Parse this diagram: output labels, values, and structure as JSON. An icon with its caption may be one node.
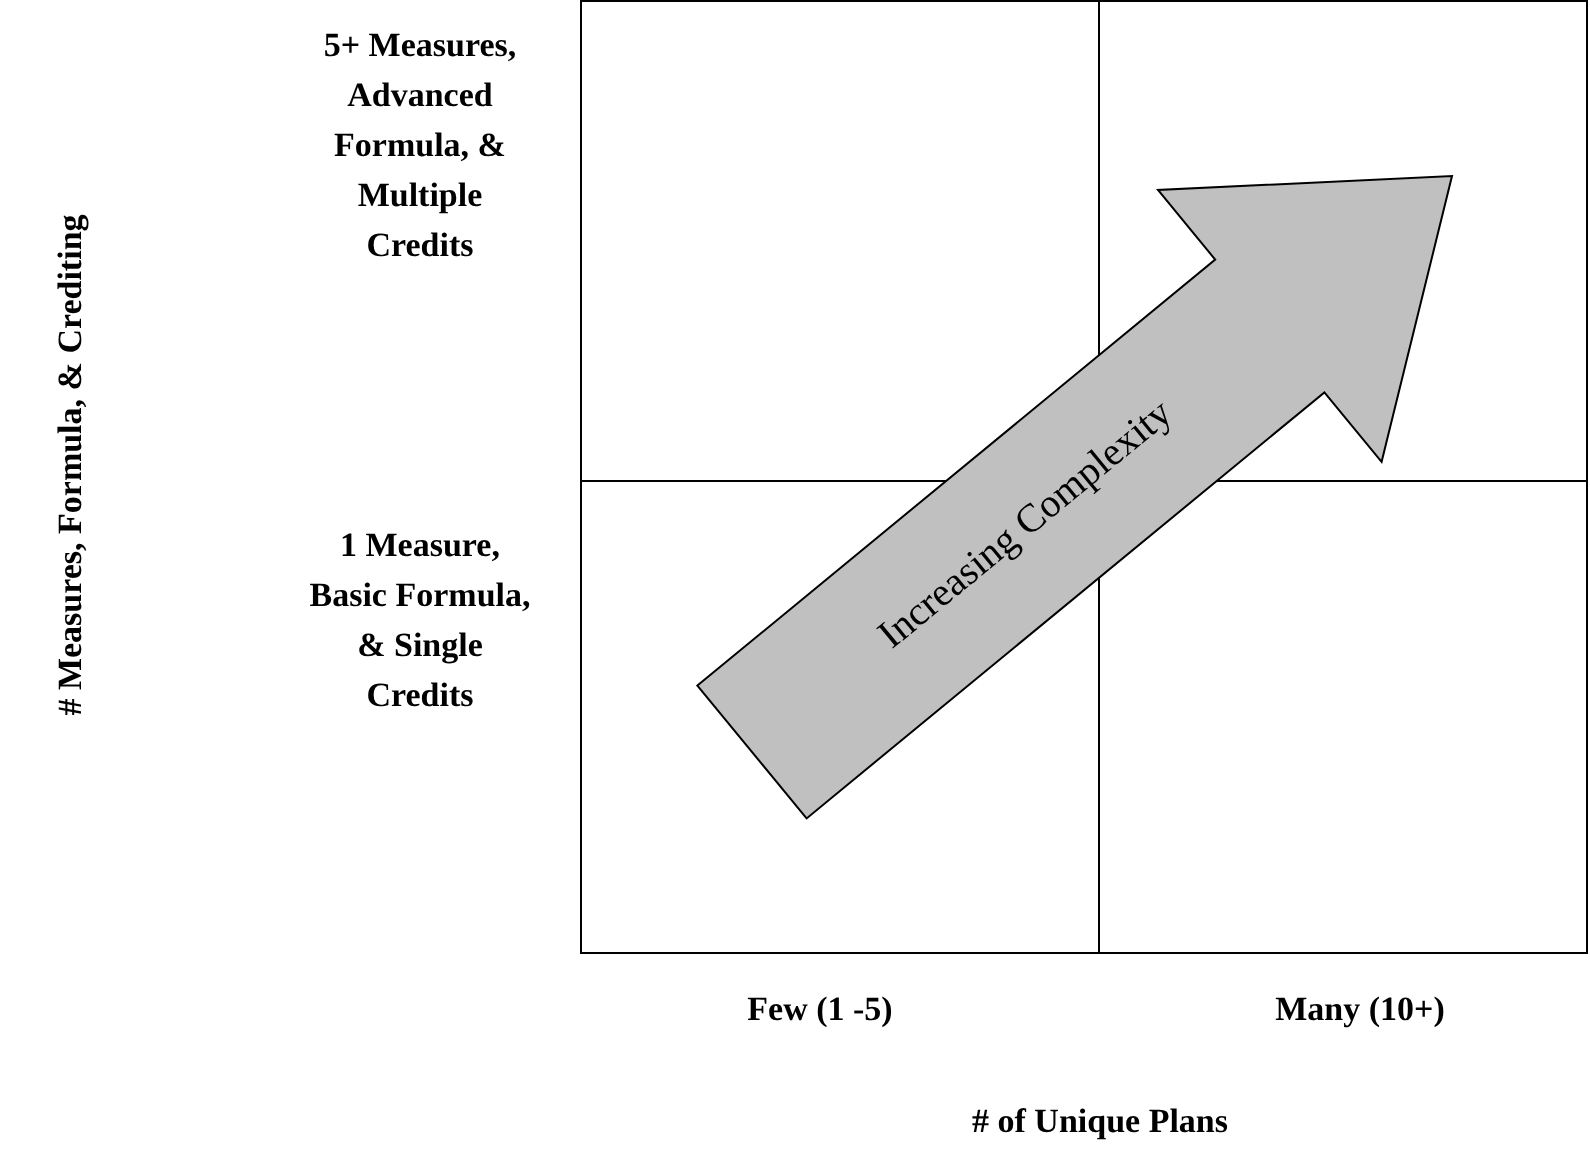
{
  "diagram": {
    "nodes": [
      {
        "text": [
          "Increasing Complexity"
        ]
      }
    ],
    "edges": [],
    "labels": [
      "5+ Measures, Advanced Formula, & Multiple Credits",
      "1 Measure, Basic Formula, & Single Credits",
      "# Measures, Formula, & Crediting",
      "Few (1 -5)",
      "Many (10+)",
      "# of Unique Plans"
    ]
  }
}
